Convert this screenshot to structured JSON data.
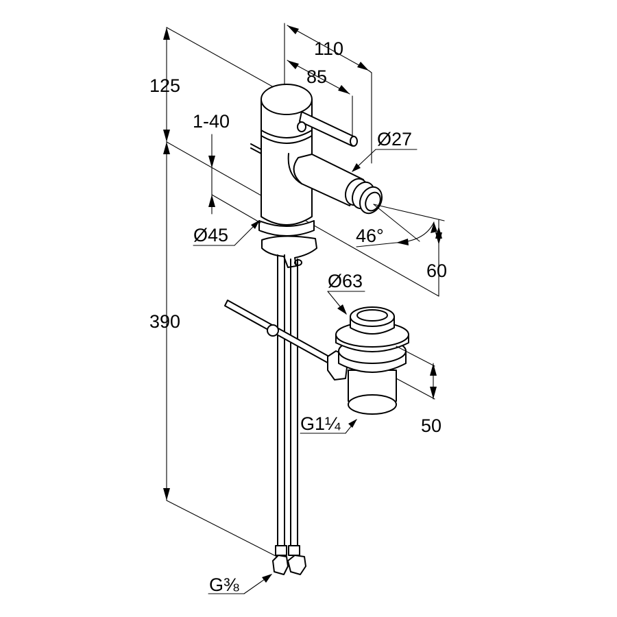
{
  "dimensions": {
    "total_reach": "110",
    "lever_reach": "85",
    "spout_diameter": "Ø27",
    "upper_height": "125",
    "deck_thickness": "1-40",
    "base_diameter": "Ø45",
    "spray_angle": "46°",
    "swivel_height": "60",
    "waste_diameter": "Ø63",
    "waste_height": "50",
    "waste_thread": "G1¼",
    "hose_length": "390",
    "hose_thread": "G⅜"
  }
}
